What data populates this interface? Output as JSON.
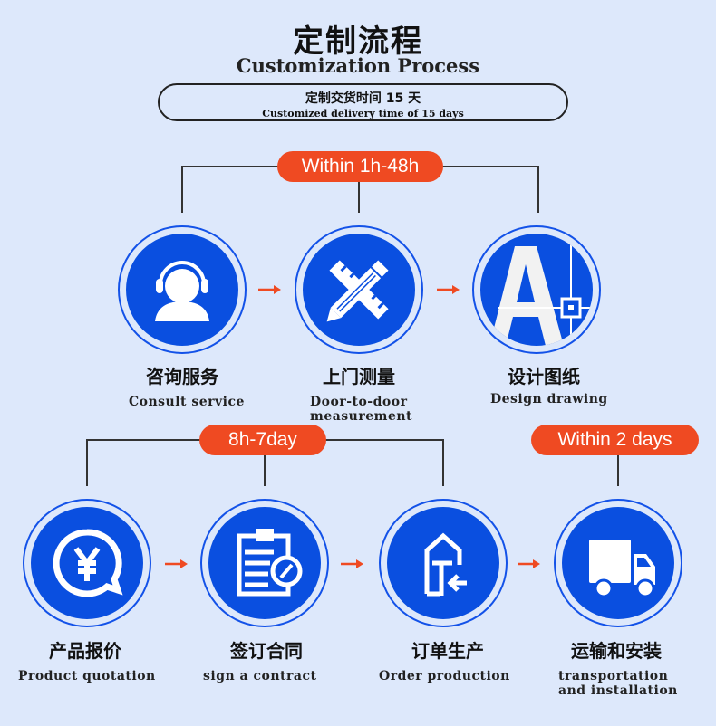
{
  "header": {
    "title": "定制流程",
    "subtitle": "Customization Process",
    "delivery_cn": "定制交货时间 15 天",
    "delivery_en": "Customized delivery time of 15 days"
  },
  "badges": {
    "first": "Within 1h-48h",
    "second": "8h-7day",
    "third": "Within 2 days"
  },
  "accent": "#ef4a22",
  "blue": "#0a4fe0",
  "steps": [
    {
      "cn": "咨询服务",
      "en": "Consult service",
      "icon": "headset-user-icon"
    },
    {
      "cn": "上门测量",
      "en": "Door-to-door measurement",
      "icon": "ruler-pencil-icon"
    },
    {
      "cn": "设计图纸",
      "en": "Design drawing",
      "icon": "design-letter-a-icon"
    },
    {
      "cn": "产品报价",
      "en": "Product quotation",
      "icon": "yen-chat-icon"
    },
    {
      "cn": "签订合同",
      "en": "sign a contract",
      "icon": "clipboard-contract-icon"
    },
    {
      "cn": "订单生产",
      "en": "Order production",
      "icon": "factory-order-icon"
    },
    {
      "cn": "运输和安装",
      "en": "transportation and installation",
      "icon": "truck-icon"
    }
  ]
}
